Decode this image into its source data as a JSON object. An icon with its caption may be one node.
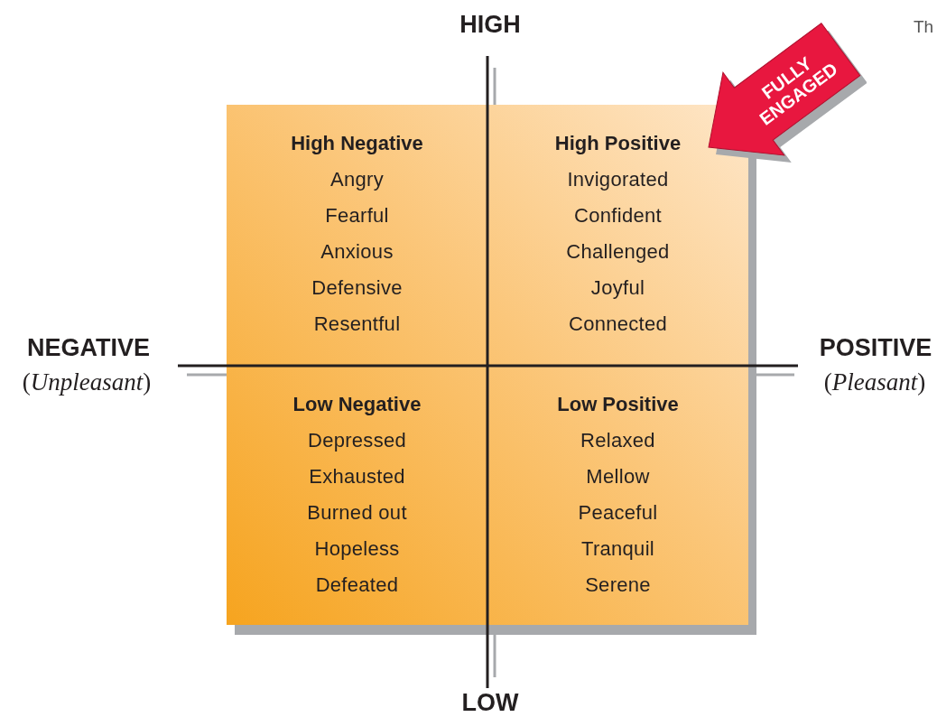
{
  "diagram": {
    "nodes": [
      {
        "text": [
          "High Negative",
          "Angry",
          "Fearful",
          "Anxious",
          "Defensive",
          "Resentful"
        ]
      },
      {
        "text": [
          "High Positive",
          "Invigorated",
          "Confident",
          "Challenged",
          "Joyful",
          "Connected"
        ]
      },
      {
        "text": [
          "Low Negative",
          "Depressed",
          "Exhausted",
          "Burned out",
          "Hopeless",
          "Defeated"
        ]
      },
      {
        "text": [
          "Low Positive",
          "Relaxed",
          "Mellow",
          "Peaceful",
          "Tranquil",
          "Serene"
        ]
      },
      {
        "text": [
          "FULLY ENGAGED"
        ]
      }
    ],
    "edges": [],
    "labels": [
      "Th",
      "HIGH",
      "NEGATIVE",
      "(*Unpleasant*)",
      "POSITIVE",
      "(*Pleasant*)",
      "LOW"
    ]
  }
}
